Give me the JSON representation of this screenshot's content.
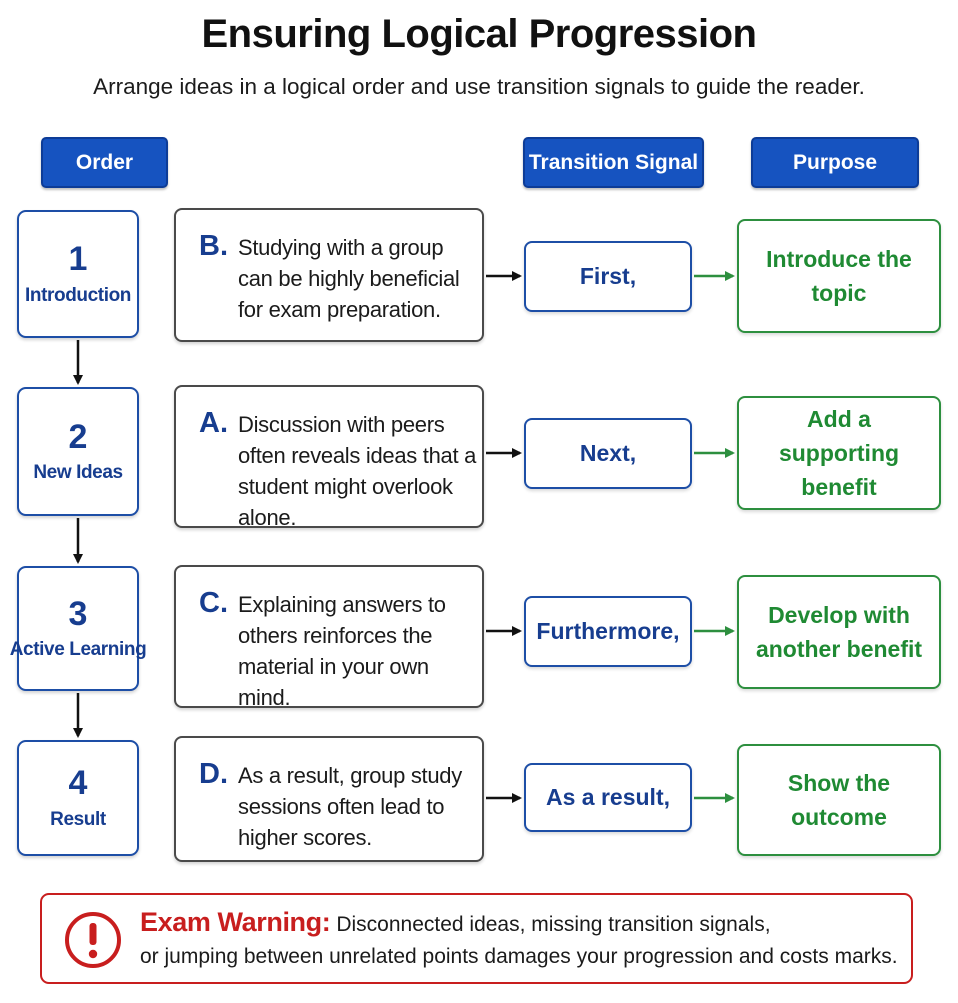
{
  "title": "Ensuring Logical Progression",
  "subtitle": "Arrange ideas in a logical order and use transition signals to guide the reader.",
  "headers": {
    "order": "Order",
    "signal": "Transition Signal",
    "purpose": "Purpose"
  },
  "rows": [
    {
      "number": "1",
      "order_label": "Introduction",
      "letter": "B.",
      "sentence": "Studying with a group can be highly beneficial for exam preparation.",
      "signal": "First,",
      "purpose": "Introduce the topic"
    },
    {
      "number": "2",
      "order_label": "New Ideas",
      "letter": "A.",
      "sentence": "Discussion with peers often reveals ideas that a student might overlook alone.",
      "signal": "Next,",
      "purpose": "Add a supporting benefit"
    },
    {
      "number": "3",
      "order_label": "Active Learning",
      "letter": "C.",
      "sentence": "Explaining answers to others reinforces the material in your own mind.",
      "signal": "Furthermore,",
      "purpose": "Develop with another benefit"
    },
    {
      "number": "4",
      "order_label": "Result",
      "letter": "D.",
      "sentence": "As a result, group study sessions often lead to higher scores.",
      "signal": "As a result,",
      "purpose": "Show the outcome"
    }
  ],
  "warning": {
    "icon": "exclamation-circle-icon",
    "title": "Exam Warning:",
    "text_line1": "Disconnected ideas, missing transition signals,",
    "text_line2": "or jumping between unrelated points damages your progression and costs marks."
  },
  "colors": {
    "header_blue": "#1653c0",
    "text_blue": "#173d8f",
    "purpose_green": "#1f8a33",
    "warning_red": "#c81e1e"
  }
}
